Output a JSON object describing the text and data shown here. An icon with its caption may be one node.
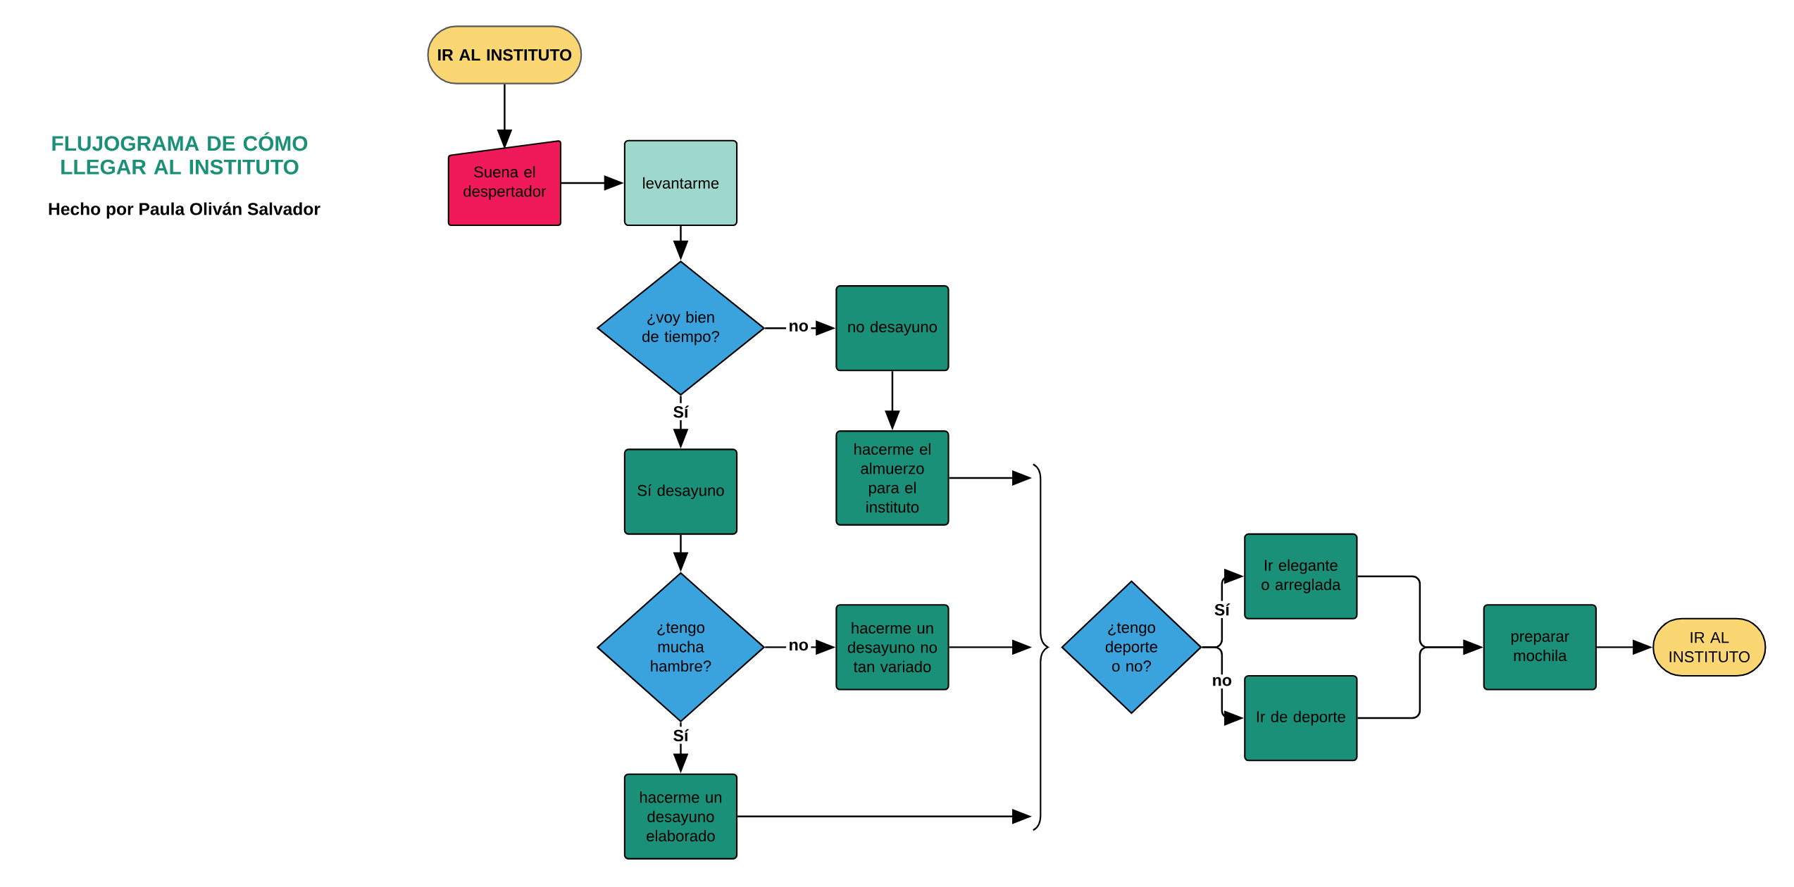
{
  "diagram": {
    "title": "FLUJOGRAMA DE CÓMO LLEGAR AL INSTITUTO",
    "nodes": [
      {
        "text": [
          "IR AL INSTITUTO"
        ]
      },
      {
        "text": [
          "Suena el despertador"
        ]
      },
      {
        "text": [
          "levantarme"
        ]
      },
      {
        "text": [
          "¿voy bien de tiempo?"
        ]
      },
      {
        "text": [
          "no desayuno"
        ]
      },
      {
        "text": [
          "hacerme el almuerzo para el instituto"
        ]
      },
      {
        "text": [
          "Sí desayuno"
        ]
      },
      {
        "text": [
          "¿tengo mucha hambre?"
        ]
      },
      {
        "text": [
          "hacerme un desayuno no tan variado"
        ]
      },
      {
        "text": [
          "hacerme un desayuno elaborado"
        ]
      },
      {
        "text": [
          "¿tengo deporte o no?"
        ]
      },
      {
        "text": [
          "Ir elegante o arreglada"
        ]
      },
      {
        "text": [
          "Ir de deporte"
        ]
      },
      {
        "text": [
          "preparar mochila"
        ]
      },
      {
        "text": [
          "IR AL INSTITUTO"
        ]
      }
    ],
    "edges": [
      {
        "from": 0,
        "to": 1,
        "arrow": "to"
      },
      {
        "from": 1,
        "to": 2,
        "arrow": "to"
      },
      {
        "from": 2,
        "to": 3,
        "arrow": "to"
      },
      {
        "from": 3,
        "to": 4,
        "arrow": "to",
        "label": "no"
      },
      {
        "from": 3,
        "to": 6,
        "arrow": "to",
        "label": "Sí"
      },
      {
        "from": 4,
        "to": 5,
        "arrow": "to"
      },
      {
        "from": 6,
        "to": 7,
        "arrow": "to"
      },
      {
        "from": 7,
        "to": 8,
        "arrow": "to",
        "label": "no"
      },
      {
        "from": 7,
        "to": 9,
        "arrow": "to",
        "label": "Sí"
      },
      {
        "from": 5,
        "to": null,
        "arrow": "to"
      },
      {
        "from": 8,
        "to": null,
        "arrow": "to"
      },
      {
        "from": 9,
        "to": null,
        "arrow": "to"
      },
      {
        "from": 10,
        "to": 11,
        "arrow": "to",
        "label": "Sí"
      },
      {
        "from": 10,
        "to": 12,
        "arrow": "to",
        "label": "no"
      },
      {
        "from": 11,
        "to": 13,
        "arrow": "to"
      },
      {
        "from": 12,
        "to": 13,
        "arrow": "to"
      },
      {
        "from": 13,
        "to": 14,
        "arrow": "to"
      }
    ],
    "labels": [
      "Hecho por Paula Oliván Salvador"
    ]
  }
}
